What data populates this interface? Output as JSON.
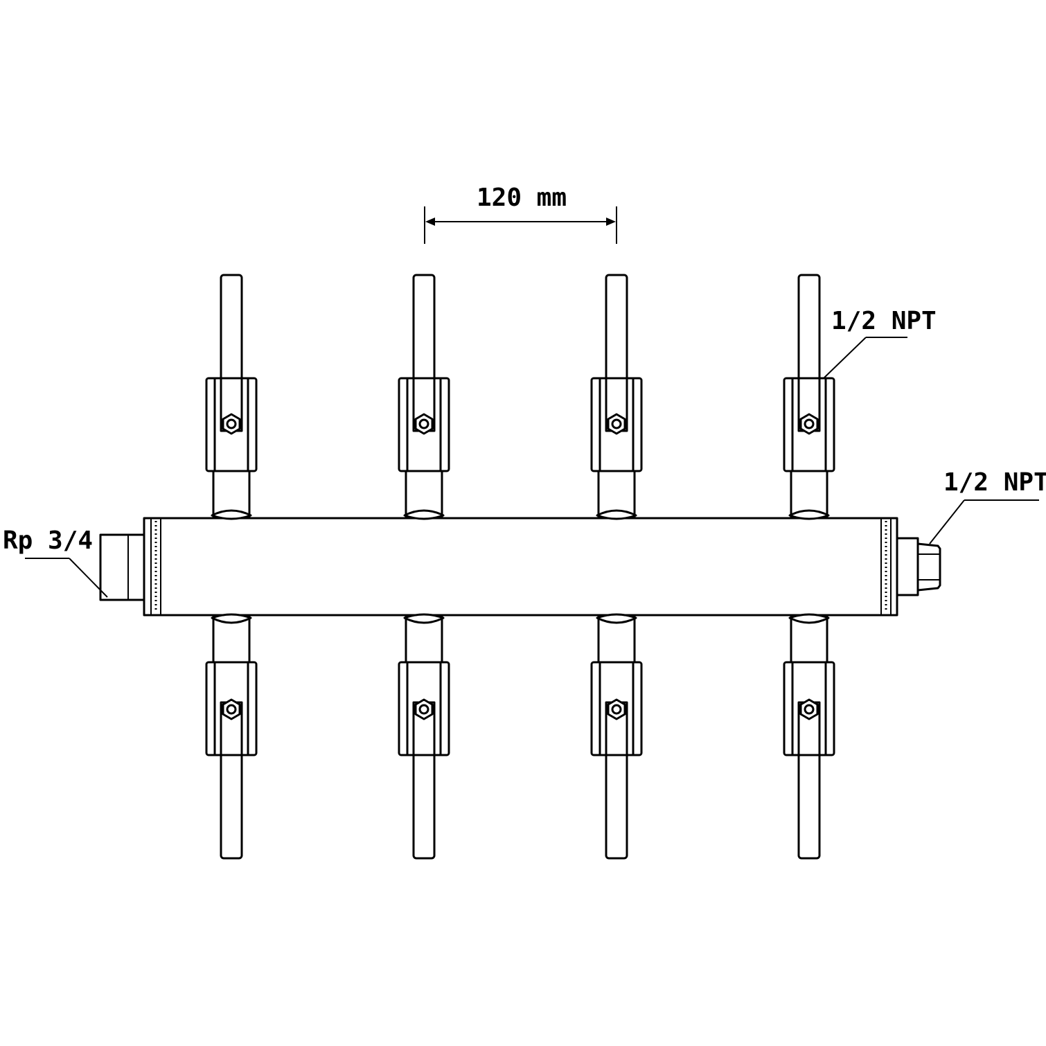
{
  "dimension": {
    "spacing_label": "120 mm"
  },
  "callouts": {
    "outlet_thread": "1/2 NPT",
    "outlet_end_thread": "1/2 NPT",
    "inlet_thread": "Rp 3/4"
  },
  "manifold": {
    "ports_per_side": 4,
    "sides": [
      "top",
      "bottom"
    ]
  }
}
